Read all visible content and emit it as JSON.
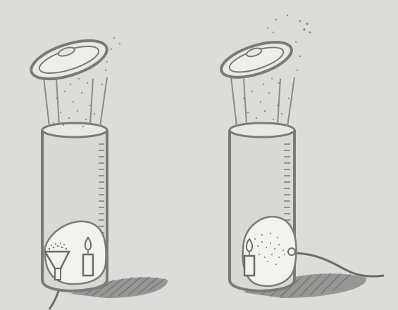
{
  "illustration": {
    "panels": [
      {
        "id": "left",
        "elements": [
          "jar",
          "lid",
          "hand-bellows",
          "candle",
          "rock",
          "shadow",
          "hose",
          "dust-particles"
        ]
      },
      {
        "id": "right",
        "elements": [
          "jar",
          "lid",
          "candle",
          "rock",
          "shadow",
          "hose",
          "dust-particles"
        ]
      }
    ]
  },
  "colors": {
    "background": "#dcdcda",
    "ink": "#7a7a78",
    "ink_dark": "#6a6a68",
    "dust": "#8a8a88",
    "rock_fill": "#f2f2f0",
    "jar_fill": "#d8d8d6"
  }
}
